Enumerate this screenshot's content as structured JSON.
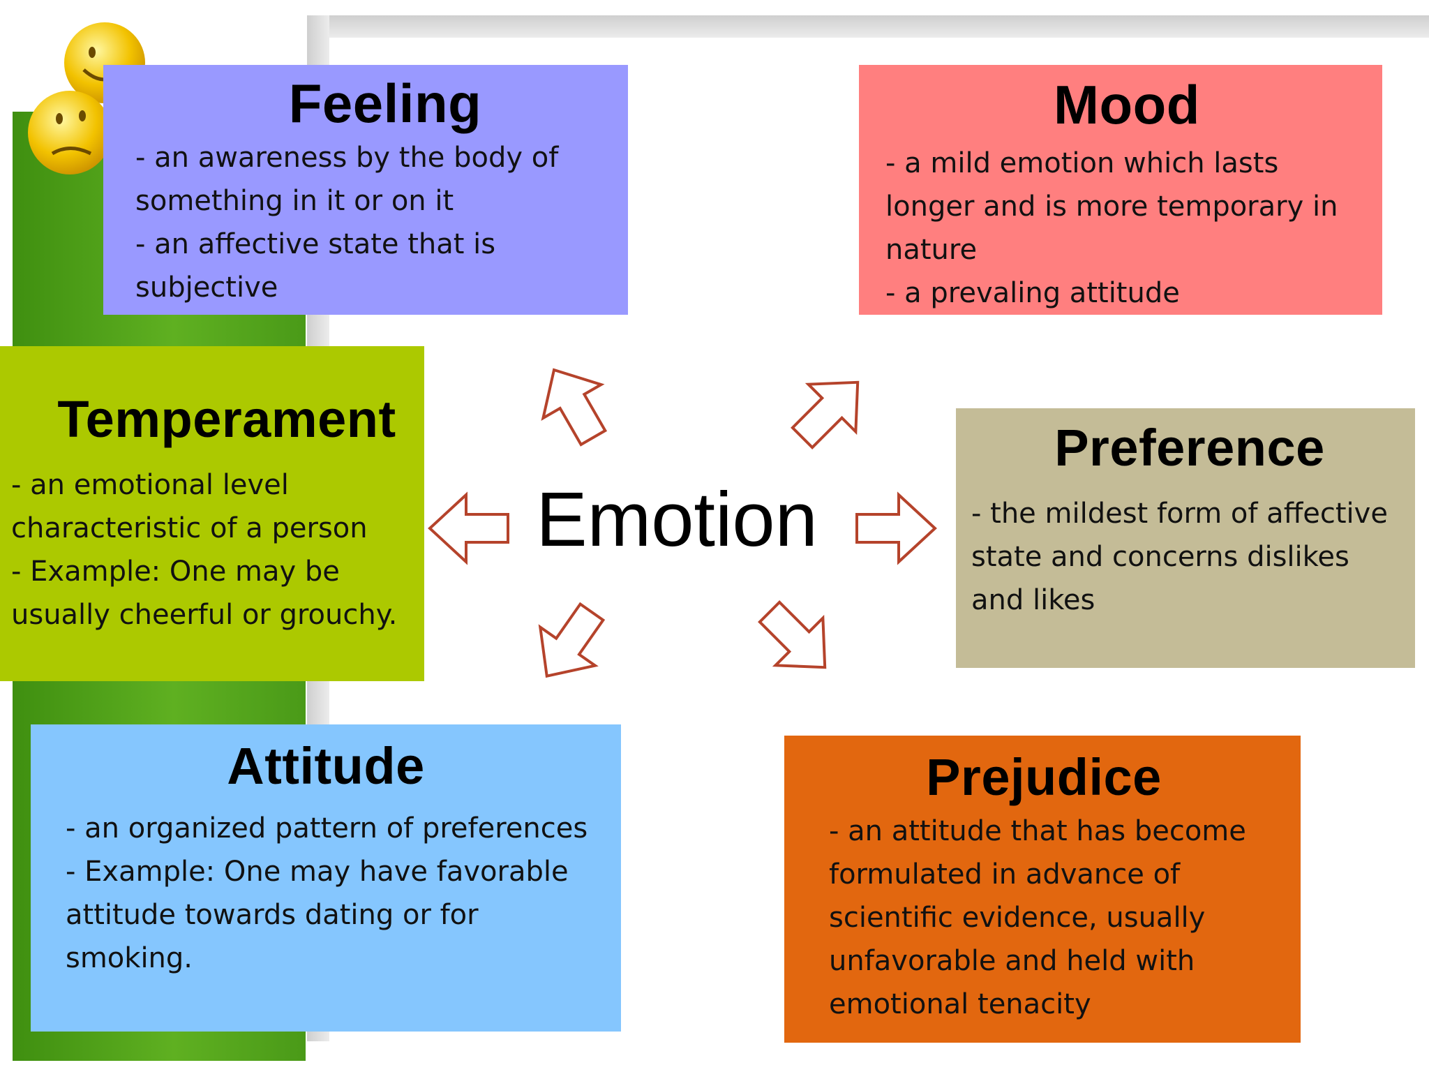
{
  "center": {
    "title": "Emotion"
  },
  "cards": {
    "feeling": {
      "title": "Feeling",
      "description": "- an awareness by the body of\nsomething in it or on it\n- an affective state that is\nsubjective",
      "color": "#9999ff"
    },
    "mood": {
      "title": "Mood",
      "description": "- a mild emotion which lasts\nlonger and is more temporary in\nnature\n- a prevaling attitude",
      "color": "#ff7f7f"
    },
    "temperament": {
      "title": "Temperament",
      "description": "- an emotional level\ncharacteristic of a person\n- Example: One may be\nusually cheerful or grouchy.",
      "color": "#acc900"
    },
    "preference": {
      "title": "Preference",
      "description": "- the mildest form of affective\nstate and concerns dislikes\nand likes",
      "color": "#c4bc97"
    },
    "attitude": {
      "title": "Attitude",
      "description": "- an organized pattern of preferences\n- Example: One may have favorable\nattitude towards dating or for\nsmoking.",
      "color": "#85c6fe"
    },
    "prejudice": {
      "title": "Prejudice",
      "description": "- an attitude that has become\nformulated in advance of\nscientific evidence, usually\nunfavorable and held with\nemotional tenacity",
      "color": "#e2670f"
    }
  },
  "colors": {
    "arrow_outline": "#b5432b",
    "accent_green": "#5fb021"
  },
  "decorations": {
    "icon": "smiley-faces-icon"
  }
}
